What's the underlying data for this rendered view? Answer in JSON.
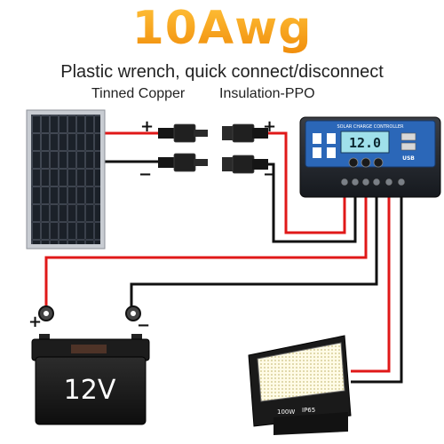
{
  "header": {
    "title": "10Awg",
    "line1": "Plastic wrench, quick connect/disconnect",
    "line2_left": "Tinned Copper",
    "line2_right": "Insulation-PPO"
  },
  "controller": {
    "label": "SOLAR CHARGE CONTROLLER",
    "lcd_value": "12.0",
    "usb_label": "USB"
  },
  "battery": {
    "voltage": "12V",
    "pos_sign": "+",
    "neg_sign": "−"
  },
  "light": {
    "power": "100W",
    "rating": "IP65"
  },
  "signs": {
    "plus": "+",
    "minus": "−"
  },
  "colors": {
    "title_orange": "#f39a12",
    "wire_red": "#e01818",
    "wire_black": "#111111",
    "controller_blue": "#2b67b8"
  }
}
